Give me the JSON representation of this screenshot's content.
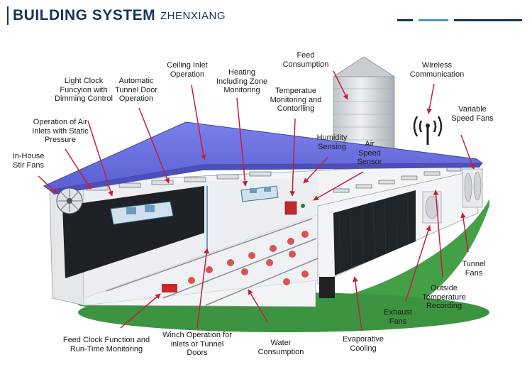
{
  "header": {
    "title": "BUILDING SYSTEM",
    "company": "ZHENXIANG",
    "accent_colors": [
      "#14355c",
      "#4a90d9",
      "#14355c"
    ]
  },
  "labels": {
    "feed_consumption": "Feed Consumption",
    "wireless_communication": "Wireless Communication",
    "ceiling_inlet": "Ceiling Inlet Operation",
    "heating": "Heating Including Zone Monitoring",
    "light_clock": "Light Clock Funcyion with Dimming Control",
    "tunnel_door": "Automatic Tunnel Door Operation",
    "temperature": "Temperatue Monitoring and Contorlling",
    "variable_fans": "Variable Speed Fans",
    "air_inlets": "Operation of Air Inlets with Static Pressure",
    "humidity": "Humidity Sensing",
    "air_speed": "Air Speed Sensor",
    "stir_fans": "In-House Stir Fans",
    "tunnel_fans": "Tunnel Fans",
    "outside_temp": "Outside Temperature Recording",
    "exhaust_fans": "Exhaust Fans",
    "feed_clock": "Feed Clock Function and Run-Time Monitoring",
    "winch": "Winch Operation for inlets or Tunnel Doors",
    "water": "Water Consumption",
    "evaporative": "Evaporative Cooling"
  },
  "colors": {
    "roof": "#6a6fe0",
    "roof_dark": "#4b50b8",
    "wall": "#f2f3f5",
    "wall_shade": "#dfe2e6",
    "pad": "#1e2226",
    "grass": "#43a047",
    "arrow": "#c41f3a",
    "silo": "#d2d6da",
    "feeder": "#d9534f"
  }
}
